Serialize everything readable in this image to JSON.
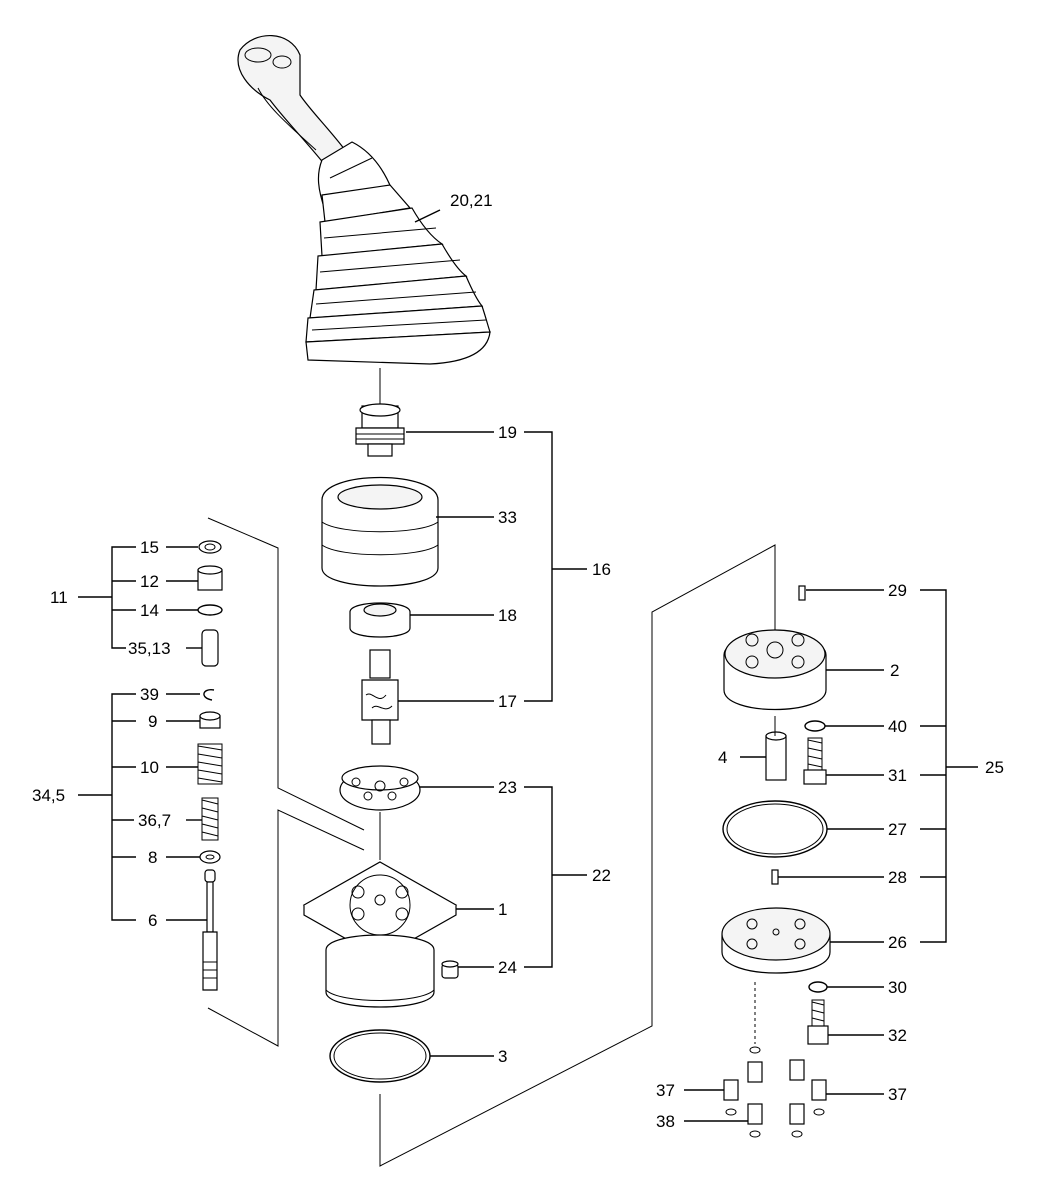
{
  "labels": {
    "l20_21": "20,21",
    "l19": "19",
    "l33": "33",
    "l16": "16",
    "l18": "18",
    "l17": "17",
    "l23": "23",
    "l22": "22",
    "l1": "1",
    "l24": "24",
    "l3": "3",
    "l15": "15",
    "l12": "12",
    "l11": "11",
    "l14": "14",
    "l35_13": "35,13",
    "l39": "39",
    "l9": "9",
    "l10": "10",
    "l34_5": "34,5",
    "l36_7": "36,7",
    "l8": "8",
    "l6": "6",
    "l29": "29",
    "l2": "2",
    "l40": "40",
    "l4": "4",
    "l31": "31",
    "l25": "25",
    "l27": "27",
    "l28": "28",
    "l26": "26",
    "l30": "30",
    "l32": "32",
    "l37a": "37",
    "l37b": "37",
    "l38": "38"
  }
}
